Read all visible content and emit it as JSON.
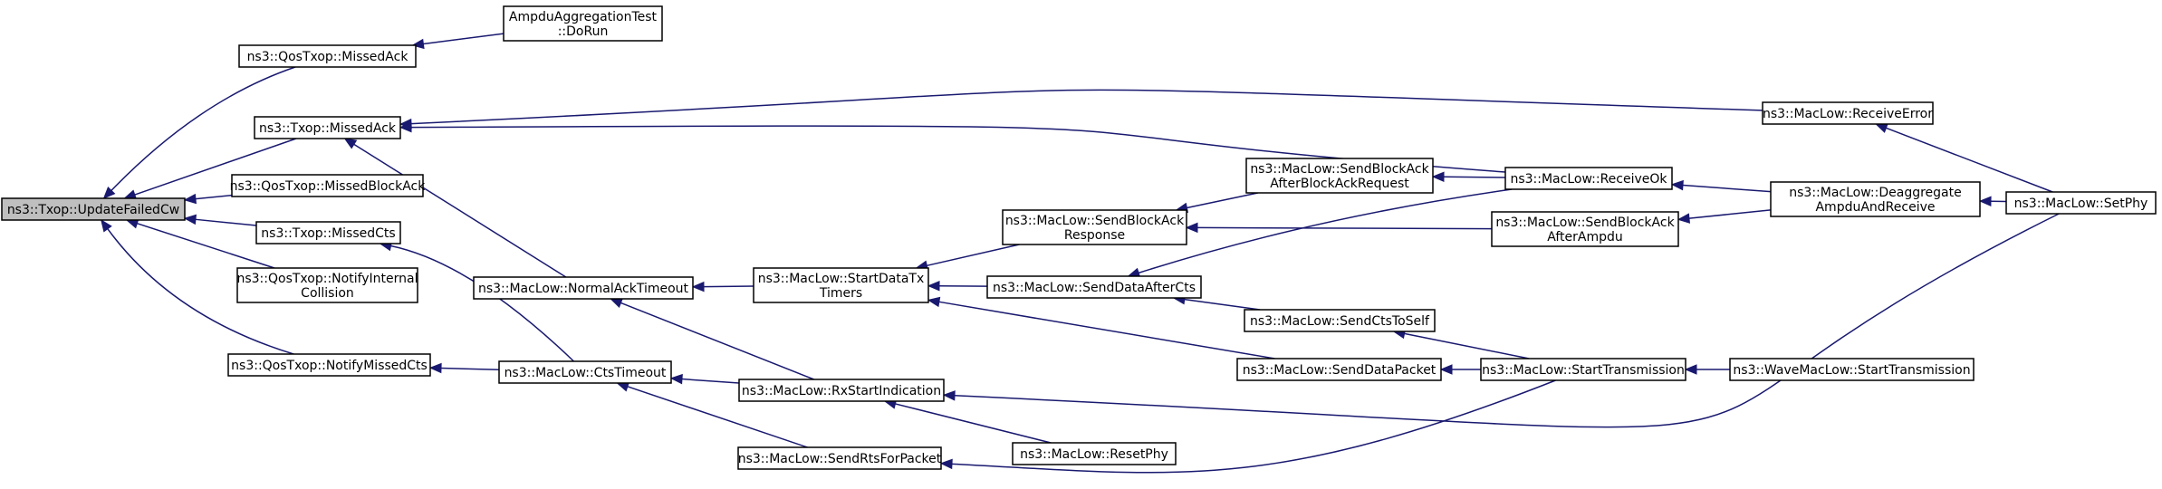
{
  "diagram": {
    "type": "call-graph",
    "colors": {
      "edge": "#191970",
      "root_fill": "#bfbfbf",
      "node_fill": "#ffffff",
      "node_border": "#000000"
    },
    "nodes": {
      "update_failed_cw": {
        "lines": [
          "ns3::Txop::UpdateFailedCw"
        ]
      },
      "qos_missed_ack": {
        "lines": [
          "ns3::QosTxop::MissedAck"
        ]
      },
      "txop_missed_ack": {
        "lines": [
          "ns3::Txop::MissedAck"
        ]
      },
      "qos_missed_block_ack": {
        "lines": [
          "ns3::QosTxop::MissedBlockAck"
        ]
      },
      "txop_missed_cts": {
        "lines": [
          "ns3::Txop::MissedCts"
        ]
      },
      "qos_notify_internal_collision": {
        "lines": [
          "ns3::QosTxop::NotifyInternal",
          "Collision"
        ]
      },
      "qos_notify_missed_cts": {
        "lines": [
          "ns3::QosTxop::NotifyMissedCts"
        ]
      },
      "ampdu_aggregation_test": {
        "lines": [
          "AmpduAggregationTest",
          "::DoRun"
        ]
      },
      "normal_ack_timeout": {
        "lines": [
          "ns3::MacLow::NormalAckTimeout"
        ]
      },
      "cts_timeout": {
        "lines": [
          "ns3::MacLow::CtsTimeout"
        ]
      },
      "start_data_tx_timers": {
        "lines": [
          "ns3::MacLow::StartDataTx",
          "Timers"
        ]
      },
      "rx_start_indication": {
        "lines": [
          "ns3::MacLow::RxStartIndication"
        ]
      },
      "send_rts_for_packet": {
        "lines": [
          "ns3::MacLow::SendRtsForPacket"
        ]
      },
      "send_block_ack_response": {
        "lines": [
          "ns3::MacLow::SendBlockAck",
          "Response"
        ]
      },
      "send_data_after_cts": {
        "lines": [
          "ns3::MacLow::SendDataAfterCts"
        ]
      },
      "reset_phy": {
        "lines": [
          "ns3::MacLow::ResetPhy"
        ]
      },
      "send_block_ack_after_bar": {
        "lines": [
          "ns3::MacLow::SendBlockAck",
          "AfterBlockAckRequest"
        ]
      },
      "send_cts_to_self": {
        "lines": [
          "ns3::MacLow::SendCtsToSelf"
        ]
      },
      "send_data_packet": {
        "lines": [
          "ns3::MacLow::SendDataPacket"
        ]
      },
      "receive_ok": {
        "lines": [
          "ns3::MacLow::ReceiveOk"
        ]
      },
      "send_block_ack_after_ampdu": {
        "lines": [
          "ns3::MacLow::SendBlockAck",
          "AfterAmpdu"
        ]
      },
      "start_transmission": {
        "lines": [
          "ns3::MacLow::StartTransmission"
        ]
      },
      "receive_error": {
        "lines": [
          "ns3::MacLow::ReceiveError"
        ]
      },
      "deaggregate_ampdu_and_receive": {
        "lines": [
          "ns3::MacLow::Deaggregate",
          "AmpduAndReceive"
        ]
      },
      "wave_start_transmission": {
        "lines": [
          "ns3::WaveMacLow::StartTransmission"
        ]
      },
      "set_phy": {
        "lines": [
          "ns3::MacLow::SetPhy"
        ]
      }
    },
    "edges": [
      [
        "qos_missed_ack",
        "update_failed_cw"
      ],
      [
        "txop_missed_ack",
        "update_failed_cw"
      ],
      [
        "qos_missed_block_ack",
        "update_failed_cw"
      ],
      [
        "txop_missed_cts",
        "update_failed_cw"
      ],
      [
        "qos_notify_internal_collision",
        "update_failed_cw"
      ],
      [
        "qos_notify_missed_cts",
        "update_failed_cw"
      ],
      [
        "ampdu_aggregation_test",
        "qos_missed_ack"
      ],
      [
        "receive_error",
        "txop_missed_ack"
      ],
      [
        "receive_ok",
        "txop_missed_ack"
      ],
      [
        "normal_ack_timeout",
        "txop_missed_ack"
      ],
      [
        "cts_timeout",
        "txop_missed_cts"
      ],
      [
        "cts_timeout",
        "qos_notify_missed_cts"
      ],
      [
        "start_data_tx_timers",
        "normal_ack_timeout"
      ],
      [
        "rx_start_indication",
        "normal_ack_timeout"
      ],
      [
        "rx_start_indication",
        "cts_timeout"
      ],
      [
        "send_rts_for_packet",
        "cts_timeout"
      ],
      [
        "send_block_ack_response",
        "start_data_tx_timers"
      ],
      [
        "send_data_after_cts",
        "start_data_tx_timers"
      ],
      [
        "send_data_packet",
        "start_data_tx_timers"
      ],
      [
        "reset_phy",
        "rx_start_indication"
      ],
      [
        "set_phy",
        "rx_start_indication"
      ],
      [
        "start_transmission",
        "send_rts_for_packet"
      ],
      [
        "send_block_ack_after_bar",
        "send_block_ack_response"
      ],
      [
        "send_block_ack_after_ampdu",
        "send_block_ack_response"
      ],
      [
        "receive_ok",
        "send_data_after_cts"
      ],
      [
        "send_cts_to_self",
        "send_data_after_cts"
      ],
      [
        "receive_ok",
        "send_block_ack_after_bar"
      ],
      [
        "start_transmission",
        "send_cts_to_self"
      ],
      [
        "start_transmission",
        "send_data_packet"
      ],
      [
        "deaggregate_ampdu_and_receive",
        "receive_ok"
      ],
      [
        "deaggregate_ampdu_and_receive",
        "send_block_ack_after_ampdu"
      ],
      [
        "wave_start_transmission",
        "start_transmission"
      ],
      [
        "set_phy",
        "receive_error"
      ],
      [
        "set_phy",
        "deaggregate_ampdu_and_receive"
      ]
    ]
  }
}
